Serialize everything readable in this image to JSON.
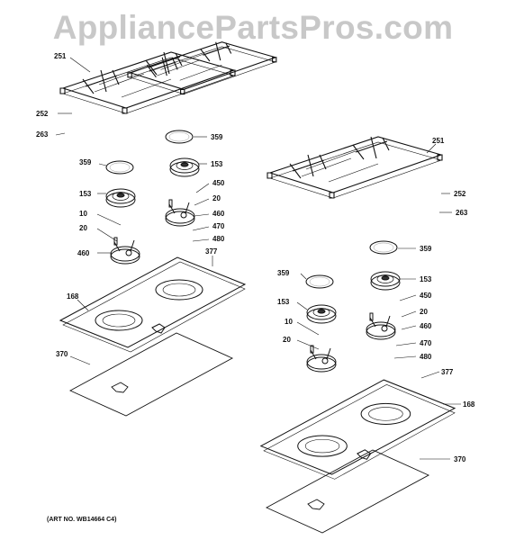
{
  "watermark": "AppliancePartsPros.com",
  "art_number": "(ART NO. WB14664 C4)",
  "callouts": {
    "left": [
      "251",
      "252",
      "263",
      "359",
      "153",
      "359",
      "153",
      "450",
      "20",
      "10",
      "20",
      "460",
      "470",
      "480",
      "460",
      "377",
      "168",
      "370"
    ],
    "right": [
      "251",
      "252",
      "263",
      "359",
      "153",
      "359",
      "153",
      "450",
      "20",
      "10",
      "460",
      "20",
      "470",
      "480",
      "377",
      "168",
      "370"
    ]
  }
}
